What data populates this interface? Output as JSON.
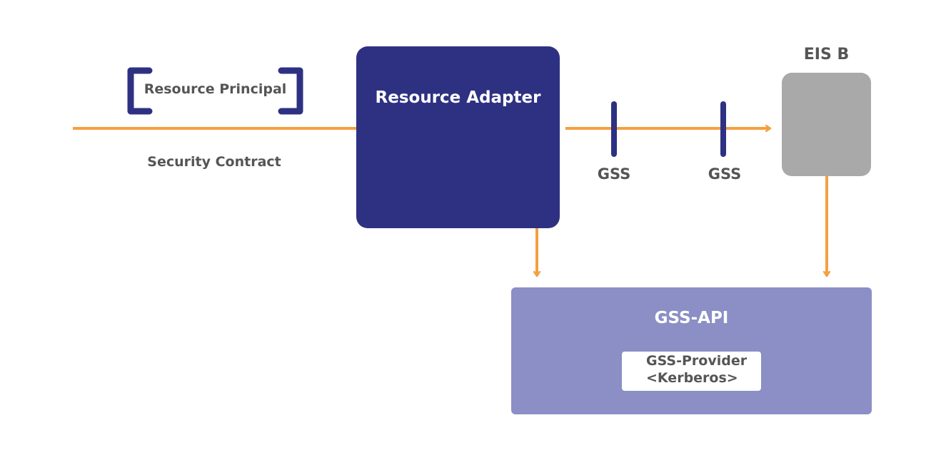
{
  "resource_principal": {
    "label": "Resource Principal"
  },
  "security_contract": {
    "label": "Security Contract"
  },
  "resource_adapter": {
    "label": "Resource Adapter"
  },
  "gss_markers": [
    {
      "label": "GSS"
    },
    {
      "label": "GSS"
    }
  ],
  "eis_b": {
    "label": "EIS B"
  },
  "gss_api": {
    "label": "GSS-API",
    "provider": {
      "line1": "GSS-Provider",
      "line2": "<Kerberos>"
    }
  },
  "colors": {
    "adapter": "#2e3182",
    "eis": "#a9a9aa",
    "api": "#8b8fc5",
    "arrow": "#f4a040",
    "text": "#555555"
  }
}
